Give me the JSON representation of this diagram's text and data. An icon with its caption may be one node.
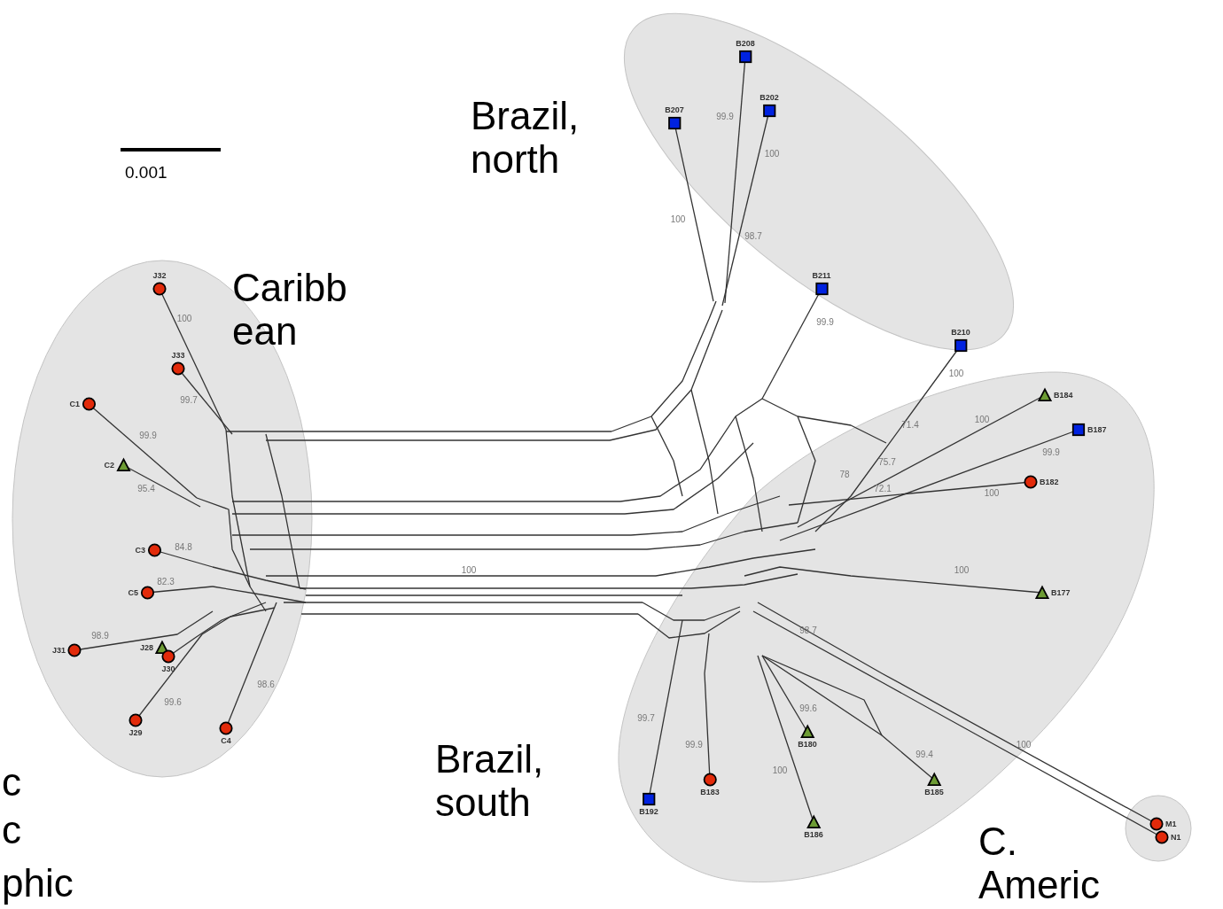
{
  "diagram": {
    "nodes": [
      {
        "text": [],
        "shape": "ellipse"
      },
      {
        "text": [
          "J32"
        ],
        "in": 0
      },
      {
        "text": [
          "J33"
        ],
        "in": 0
      },
      {
        "text": [
          "C1"
        ],
        "in": 0
      },
      {
        "text": [
          "C2"
        ],
        "in": 0
      },
      {
        "text": [
          "C3"
        ],
        "in": 0
      },
      {
        "text": [
          "C5"
        ],
        "in": 0
      },
      {
        "text": [
          "J31"
        ],
        "in": 0
      },
      {
        "text": [
          "J28"
        ],
        "in": 0
      },
      {
        "text": [
          "J30"
        ],
        "in": 0
      },
      {
        "text": [
          "J29"
        ],
        "in": 0
      },
      {
        "text": [
          "C4"
        ],
        "in": 0
      },
      {
        "text": [],
        "shape": "ellipse"
      },
      {
        "text": [
          "B208"
        ],
        "in": 12
      },
      {
        "text": [
          "B207"
        ],
        "in": 12
      },
      {
        "text": [
          "B202"
        ],
        "in": 12
      },
      {
        "text": [
          "B211"
        ],
        "in": 12
      },
      {
        "text": [
          "B210"
        ],
        "in": 12
      },
      {
        "text": [],
        "shape": "blob"
      },
      {
        "text": [
          "B184"
        ],
        "in": 18
      },
      {
        "text": [
          "B187"
        ],
        "in": 18
      },
      {
        "text": [
          "B182"
        ],
        "in": 18
      },
      {
        "text": [
          "B177"
        ],
        "in": 18
      },
      {
        "text": [
          "B180"
        ],
        "in": 18
      },
      {
        "text": [
          "B183"
        ],
        "in": 18
      },
      {
        "text": [
          "B192"
        ],
        "in": 18
      },
      {
        "text": [
          "B185"
        ],
        "in": 18
      },
      {
        "text": [
          "B186"
        ],
        "in": 18
      },
      {
        "text": [],
        "shape": "circle"
      },
      {
        "text": [
          "M1"
        ],
        "in": 28
      },
      {
        "text": [
          "N1"
        ],
        "in": 28
      }
    ],
    "labels": [
      "Brazil, north",
      "0.001",
      "Caribb ean",
      "Brazil, south",
      "C. Americ",
      "c",
      "c",
      "phic",
      "99.9",
      "100",
      "100",
      "98.7",
      "99.9",
      "100",
      "100",
      "99.7",
      "99.9",
      "95.4",
      "84.8",
      "82.3",
      "98.9",
      "99.6",
      "98.6",
      "100",
      "71.4",
      "100",
      "99.9",
      "78",
      "75.7",
      "72.1",
      "100",
      "100",
      "98.7",
      "99.7",
      "99.6",
      "99.9",
      "99.4",
      "100",
      "100"
    ]
  }
}
